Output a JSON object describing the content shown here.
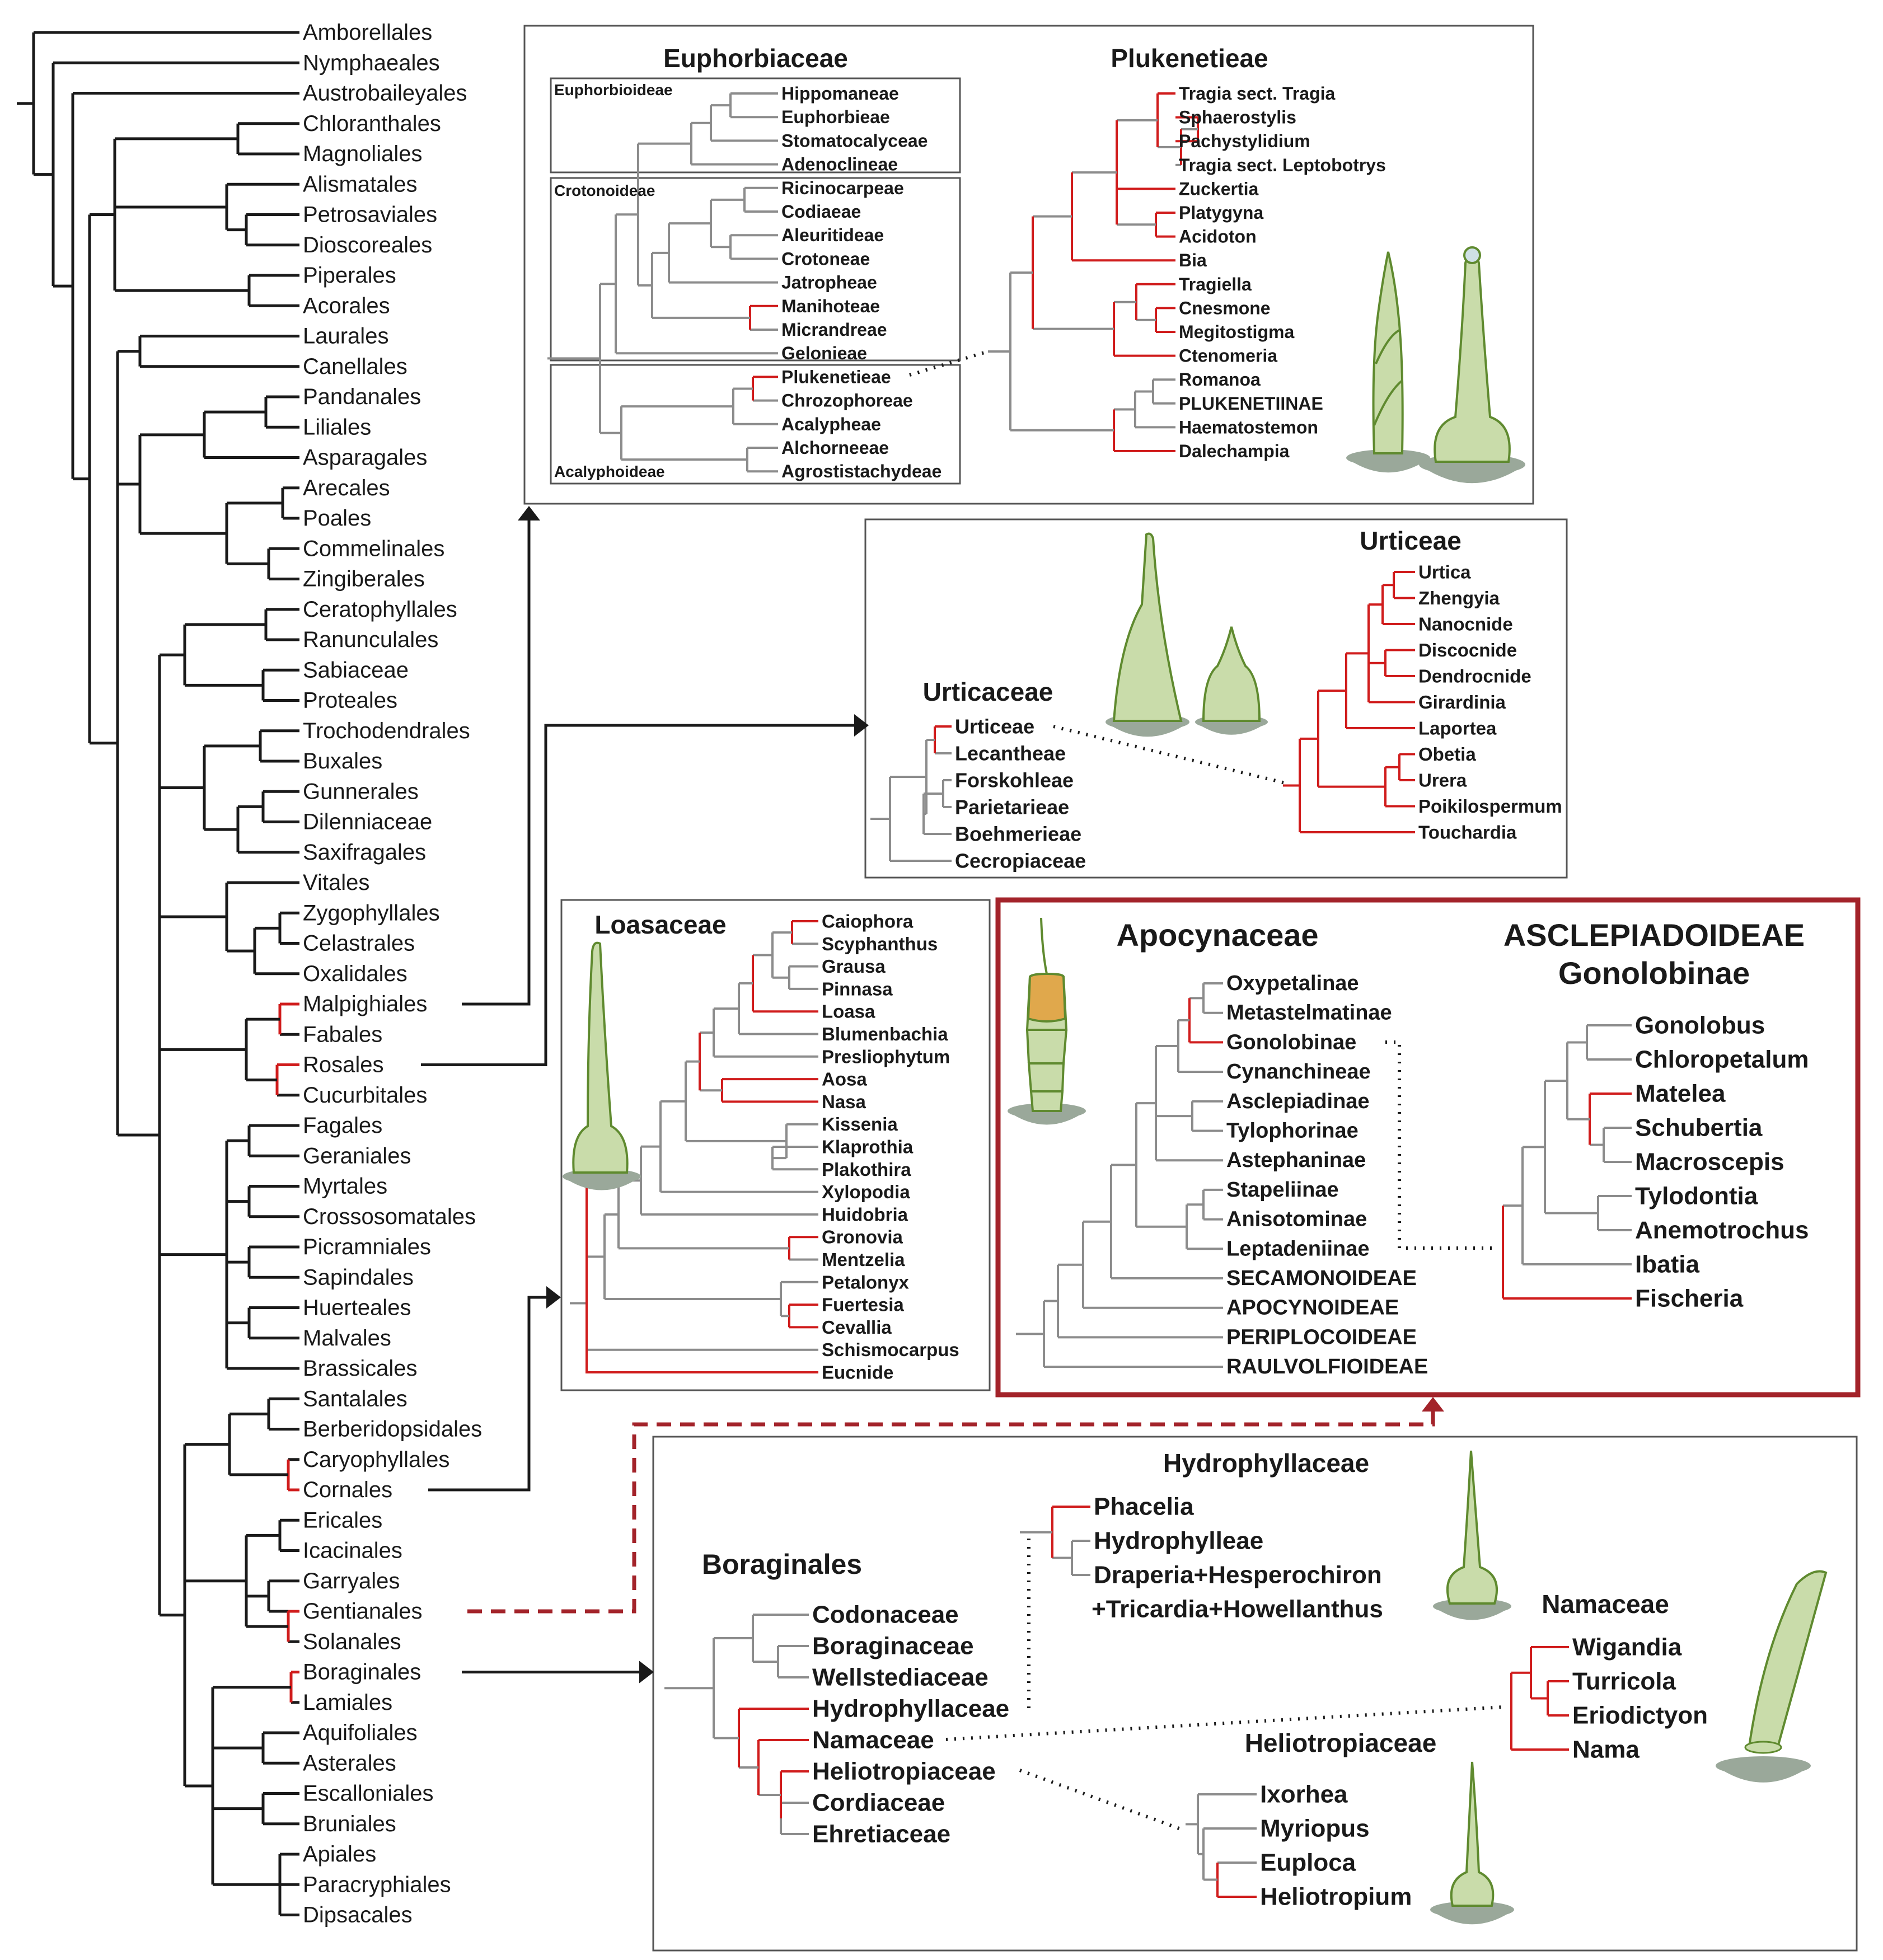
{
  "colors": {
    "tree": "#1a1a1a",
    "subtree": "#8c8c8c",
    "highlight": "#d01c1c",
    "apoc_border": "#a3232a",
    "panel_border": "#555555",
    "hair_fill": "#c9dcaa",
    "hair_stroke": "#5f8a2f",
    "hair_base": "#9aa89a",
    "hair_tip": "#e0a84c"
  },
  "main_tree": {
    "taxa": [
      "Amborellales",
      "Nymphaeales",
      "Austrobaileyales",
      "Chloranthales",
      "Magnoliales",
      "Alismatales",
      "Petrosaviales",
      "Dioscoreales",
      "Piperales",
      "Acorales",
      "Laurales",
      "Canellales",
      "Pandanales",
      "Liliales",
      "Asparagales",
      "Arecales",
      "Poales",
      "Commelinales",
      "Zingiberales",
      "Ceratophyllales",
      "Ranunculales",
      "Sabiaceae",
      "Proteales",
      "Trochodendrales",
      "Buxales",
      "Gunnerales",
      "Dilenniaceae",
      "Saxifragales",
      "Vitales",
      "Zygophyllales",
      "Celastrales",
      "Oxalidales",
      "Malpighiales",
      "Fabales",
      "Rosales",
      "Cucurbitales",
      "Fagales",
      "Geraniales",
      "Myrtales",
      "Crossosomatales",
      "Picramniales",
      "Sapindales",
      "Huerteales",
      "Malvales",
      "Brassicales",
      "Santalales",
      "Berberidopsidales",
      "Caryophyllales",
      "Cornales",
      "Ericales",
      "Icacinales",
      "Garryales",
      "Gentianales",
      "Solanales",
      "Boraginales",
      "Lamiales",
      "Aquifoliales",
      "Asterales",
      "Escalloniales",
      "Bruniales",
      "Apiales",
      "Paracryphiales",
      "Dipsacales"
    ]
  },
  "euphorbiaceae": {
    "title": "Euphorbiaceae",
    "subfamilies": [
      "Euphorbioideae",
      "Crotonoideae",
      "Acalyphoideae"
    ],
    "tribes": [
      "Hippomaneae",
      "Euphorbieae",
      "Stomatocalyceae",
      "Adenoclineae",
      "Ricinocarpeae",
      "Codiaeae",
      "Aleuritideae",
      "Crotoneae",
      "Jatropheae",
      "Manihoteae",
      "Micrandreae",
      "Gelonieae",
      "Plukenetieae",
      "Chrozophoreae",
      "Acalypheae",
      "Alchorneeae",
      "Agrostistachydeae"
    ]
  },
  "plukenetieae": {
    "title": "Plukenetieae",
    "taxa": [
      "Tragia sect. Tragia",
      "Sphaerostylis",
      "Pachystylidium",
      "Tragia sect. Leptobotrys",
      "Zuckertia",
      "Platygyna",
      "Acidoton",
      "Bia",
      "Tragiella",
      "Cnesmone",
      "Megitostigma",
      "Ctenomeria",
      "Romanoa",
      "PLUKENETIINAE",
      "Haematostemon",
      "Dalechampia"
    ]
  },
  "urticaceae": {
    "title": "Urticaceae",
    "taxa": [
      "Urticeae",
      "Lecantheae",
      "Forskohleae",
      "Parietarieae",
      "Boehmerieae",
      "Cecropiaceae"
    ]
  },
  "urticeae": {
    "title": "Urticeae",
    "taxa": [
      "Urtica",
      "Zhengyia",
      "Nanocnide",
      "Discocnide",
      "Dendrocnide",
      "Girardinia",
      "Laportea",
      "Obetia",
      "Urera",
      "Poikilospermum",
      "Touchardia"
    ]
  },
  "loasaceae": {
    "title": "Loasaceae",
    "taxa": [
      "Caiophora",
      "Scyphanthus",
      "Grausa",
      "Pinnasa",
      "Loasa",
      "Blumenbachia",
      "Presliophytum",
      "Aosa",
      "Nasa",
      "Kissenia",
      "Klaprothia",
      "Plakothira",
      "Xylopodia",
      "Huidobria",
      "Gronovia",
      "Mentzelia",
      "Petalonyx",
      "Fuertesia",
      "Cevallia",
      "Schismocarpus",
      "Eucnide"
    ]
  },
  "apocynaceae": {
    "title": "Apocynaceae",
    "taxa": [
      "Oxypetalinae",
      "Metastelmatinae",
      "Gonolobinae",
      "Cynanchineae",
      "Asclepiadinae",
      "Tylophorinae",
      "Astephaninae",
      "Stapeliinae",
      "Anisotominae",
      "Leptadeniinae",
      "SECAMONOIDEAE",
      "APOCYNOIDEAE",
      "PERIPLOCOIDEAE",
      "RAULVOLFIOIDEAE"
    ]
  },
  "gonolobinae": {
    "title1": "ASCLEPIADOIDEAE",
    "title2": "Gonolobinae",
    "taxa": [
      "Gonolobus",
      "Chloropetalum",
      "Matelea",
      "Schubertia",
      "Macroscepis",
      "Tylodontia",
      "Anemotrochus",
      "Ibatia",
      "Fischeria"
    ]
  },
  "boraginales": {
    "title": "Boraginales",
    "taxa": [
      "Codonaceae",
      "Boraginaceae",
      "Wellstediaceae",
      "Hydrophyllaceae",
      "Namaceae",
      "Heliotropiaceae",
      "Cordiaceae",
      "Ehretiaceae"
    ]
  },
  "hydrophyllaceae": {
    "title": "Hydrophyllaceae",
    "taxa": [
      "Phacelia",
      "Hydrophylleae",
      "Draperia+Hesperochiron",
      "+Tricardia+Howellanthus"
    ]
  },
  "namaceae": {
    "title": "Namaceae",
    "taxa": [
      "Wigandia",
      "Turricola",
      "Eriodictyon",
      "Nama"
    ]
  },
  "heliotropiaceae": {
    "title": "Heliotropiaceae",
    "taxa": [
      "Ixorhea",
      "Myriopus",
      "Euploca",
      "Heliotropium"
    ]
  }
}
